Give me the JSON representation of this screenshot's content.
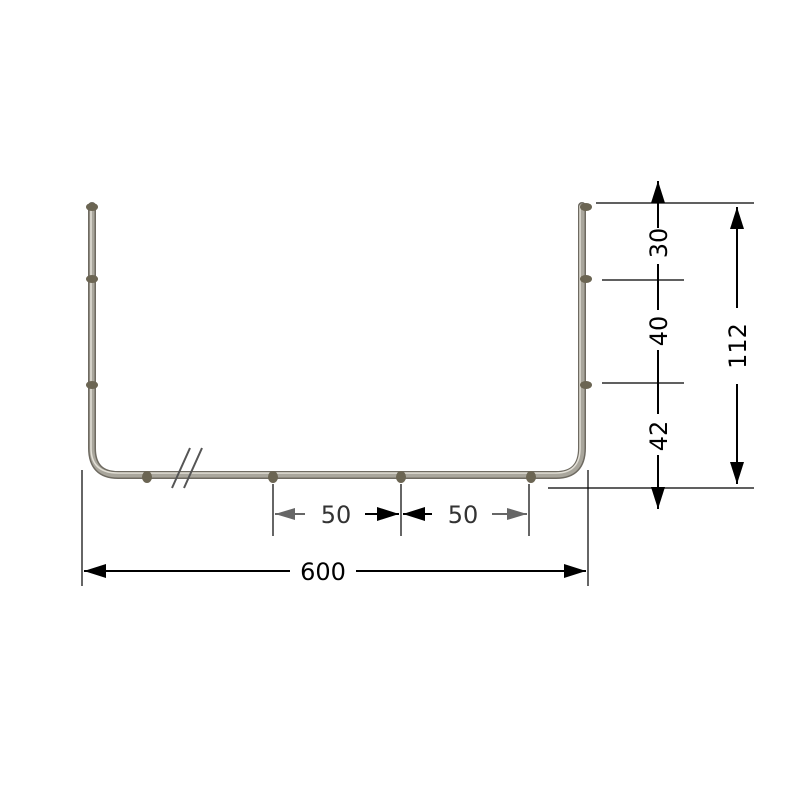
{
  "colors": {
    "wire": "#8f8c84",
    "wire_highlight": "#d9d6cc",
    "weld": "#6b6553",
    "dim_black": "#000000",
    "dim_grey": "#666666",
    "background": "#ffffff"
  },
  "dimensions": {
    "width_total": "600",
    "spacing_left": "50",
    "spacing_right": "50",
    "height_total": "112",
    "height_top": "30",
    "height_middle": "40",
    "height_bottom": "42"
  },
  "symbols": {
    "break_mark": "//"
  }
}
